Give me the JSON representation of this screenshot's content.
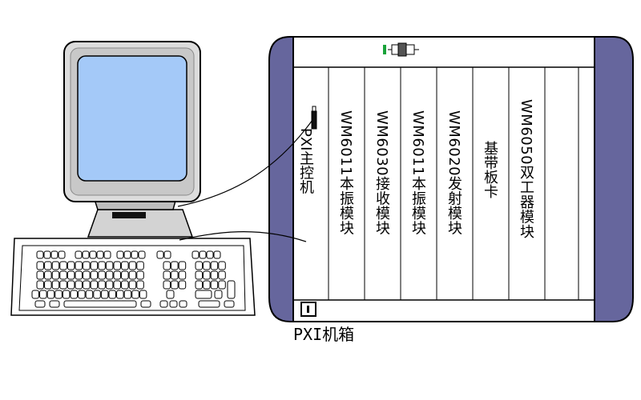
{
  "chassis": {
    "caption": "PXI机箱",
    "colors": {
      "side_panel": "#66669d",
      "screen": "#a4c9f8",
      "outline": "#000000"
    }
  },
  "modules": [
    {
      "label": "PXI主控机"
    },
    {
      "label": "WM6011本振模块"
    },
    {
      "label": "WM6030接收模块"
    },
    {
      "label": "WM6011本振模块"
    },
    {
      "label": "WM6020发射模块"
    },
    {
      "label": "基带板卡"
    },
    {
      "label": "WM6050双工器模块"
    }
  ],
  "icons": {
    "power_switch": "power-switch-icon",
    "power_indicator": "power-indicator-icon",
    "computer": "computer-icon",
    "keyboard": "keyboard-icon"
  }
}
